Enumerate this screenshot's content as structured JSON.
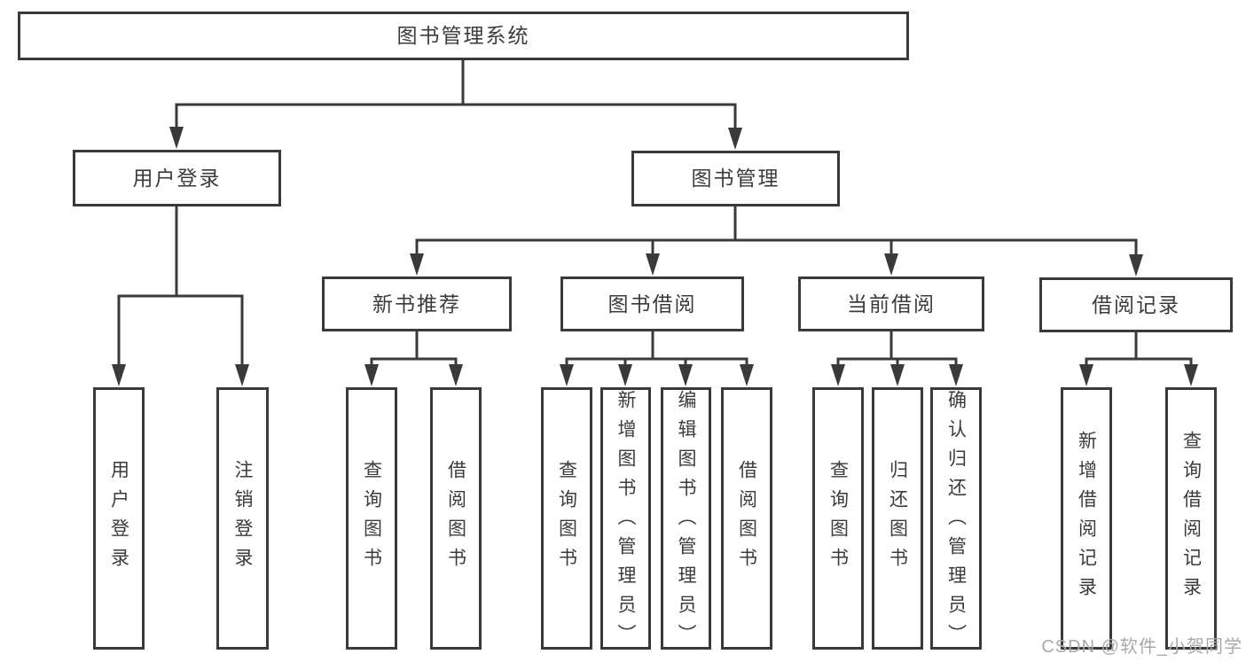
{
  "tree": {
    "label": "图书管理系统",
    "children": [
      {
        "label": "用户登录",
        "children": [
          {
            "label": "用户登录"
          },
          {
            "label": "注销登录"
          }
        ]
      },
      {
        "label": "图书管理",
        "children": [
          {
            "label": "新书推荐",
            "children": [
              {
                "label": "查询图书"
              },
              {
                "label": "借阅图书"
              }
            ]
          },
          {
            "label": "图书借阅",
            "children": [
              {
                "label": "查询图书"
              },
              {
                "label": "新增图书（管理员）"
              },
              {
                "label": "编辑图书（管理员）"
              },
              {
                "label": "借阅图书"
              }
            ]
          },
          {
            "label": "当前借阅",
            "children": [
              {
                "label": "查询图书"
              },
              {
                "label": "归还图书"
              },
              {
                "label": "确认归还（管理员）"
              }
            ]
          },
          {
            "label": "借阅记录",
            "children": [
              {
                "label": "新增借阅记录"
              },
              {
                "label": "查询借阅记录"
              }
            ]
          }
        ]
      }
    ]
  },
  "watermark": "CSDN @软件_小贺同学",
  "colors": {
    "line": "#3a3a3a",
    "text": "#3b3b3b",
    "watermark": "#a9a9a9",
    "background": "#ffffff"
  }
}
